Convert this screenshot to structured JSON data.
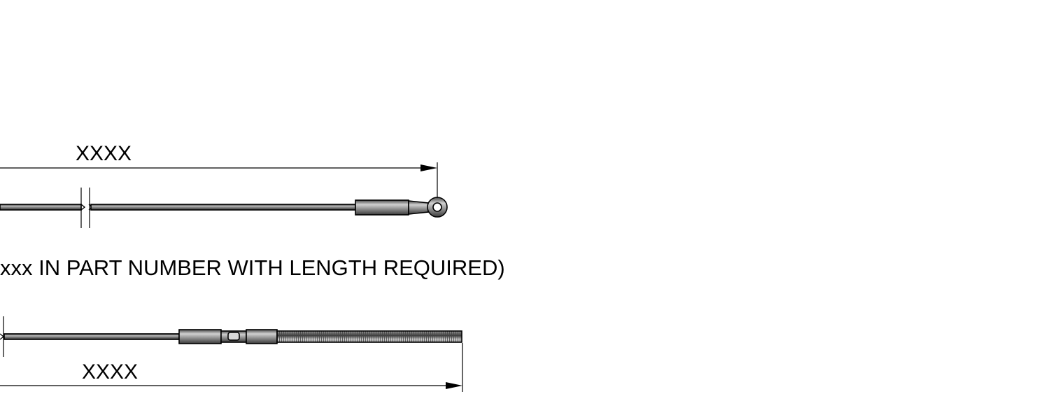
{
  "drawing": {
    "top_dimension_label": "XXXX",
    "bottom_dimension_label": "XXXX",
    "note_text": "xxx IN PART NUMBER WITH LENGTH REQUIRED)"
  }
}
